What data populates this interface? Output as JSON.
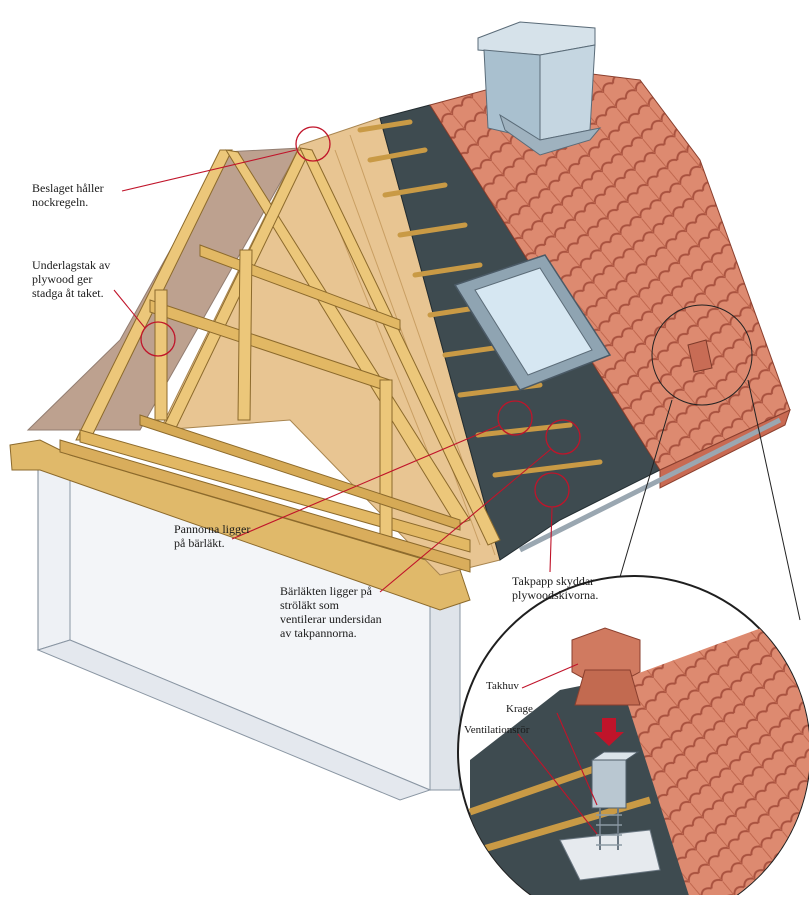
{
  "labels": {
    "fitting": "Beslaget håller\nnockregeln.",
    "plywood": "Underlagstak av\nplywood ger\nstadga åt taket.",
    "tiles": "Pannorna ligger\npå bärläkt.",
    "battens": "Bärläkten ligger på\nströläkt som\nventilerar undersidan\nav takpannorna.",
    "felt": "Takpapp skyddar\nplywoodskivorna.",
    "cap": "Takhuv",
    "collar": "Krage",
    "pipe": "Ventilationsrör"
  },
  "colors": {
    "timber": "#e9c77a",
    "timber_dark": "#c99a45",
    "plywood": "#e6c08c",
    "felt": "#3d4a4f",
    "tile": "#d9826a",
    "tile_dark": "#a9523f",
    "chimney": "#b9cdd8",
    "callout": "#c0142a"
  }
}
